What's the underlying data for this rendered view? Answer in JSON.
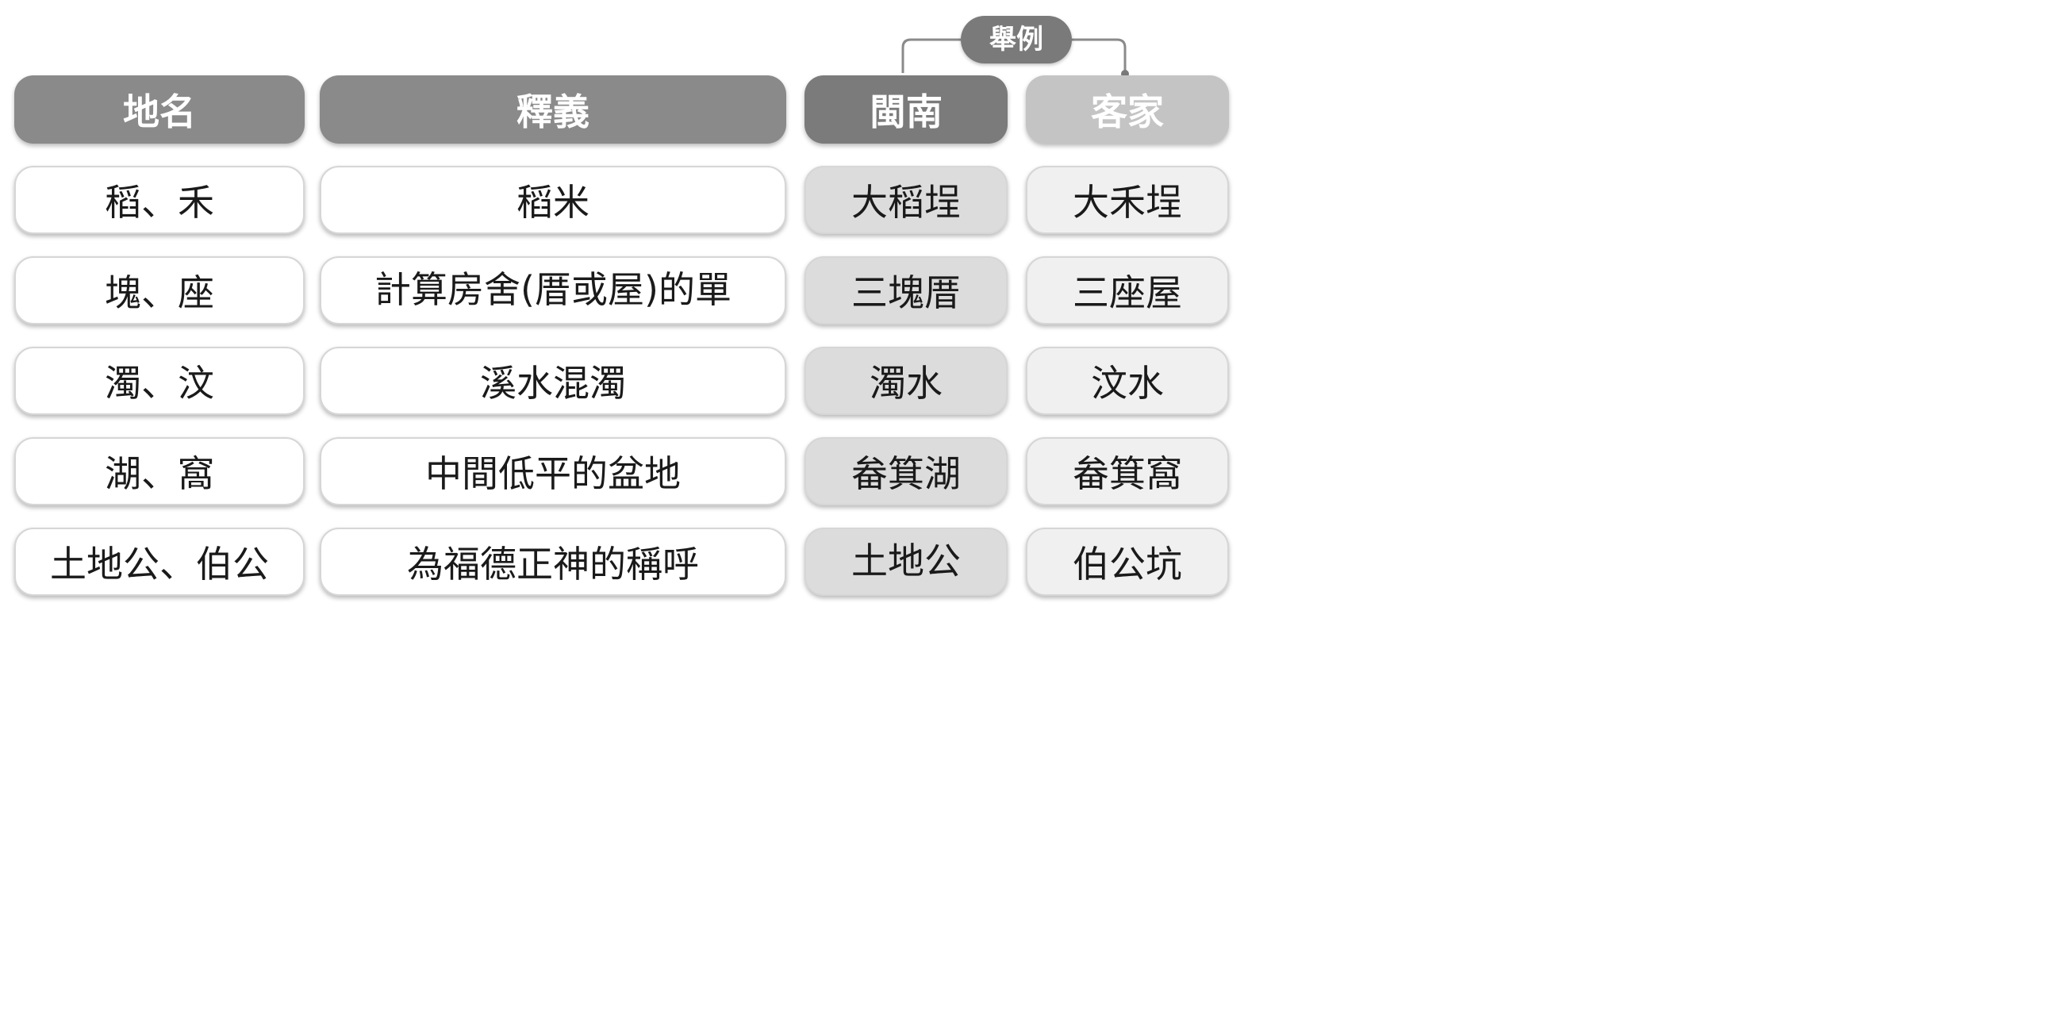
{
  "bracket": {
    "label": "舉例"
  },
  "headers": {
    "place_name": "地名",
    "meaning": "釋義",
    "minnan": "閩南",
    "hakka": "客家"
  },
  "rows": [
    {
      "place_name": "稻、禾",
      "meaning": "稻米",
      "minnan": "大稻埕",
      "hakka": "大禾埕"
    },
    {
      "place_name": "塊、座",
      "meaning": "計算房舍(厝或屋)的單",
      "minnan": "三塊厝",
      "hakka": "三座屋"
    },
    {
      "place_name": "濁、汶",
      "meaning": "溪水混濁",
      "minnan": "濁水",
      "hakka": "汶水"
    },
    {
      "place_name": "湖、窩",
      "meaning": "中間低平的盆地",
      "minnan": "畚箕湖",
      "hakka": "畚箕窩"
    },
    {
      "place_name": "土地公、伯公",
      "meaning": "為福德正神的稱呼",
      "minnan": "土地公",
      "hakka": "伯公坑"
    }
  ],
  "colors": {
    "header_gray": "#8a8a8a",
    "minnan_header": "#7b7b7b",
    "hakka_header": "#c4c4c4",
    "minnan_cell": "#dcdcdc",
    "hakka_cell": "#f0f0f0",
    "bracket_line": "#8a8a8a"
  }
}
